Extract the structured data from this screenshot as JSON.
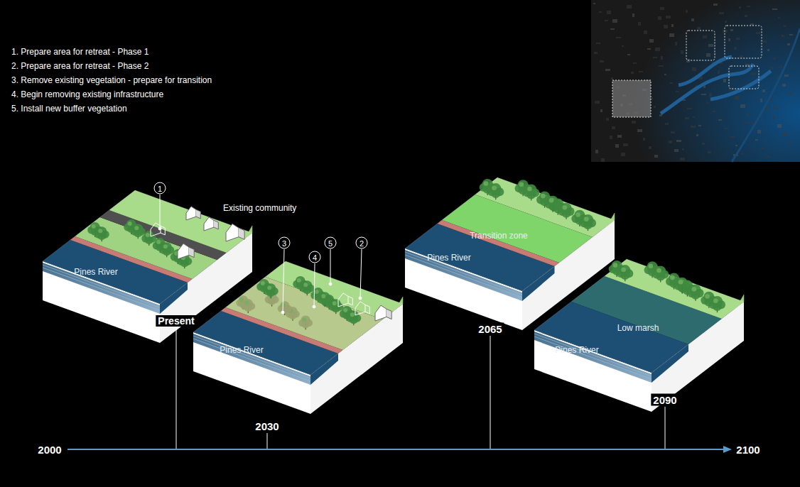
{
  "diagram": {
    "nodes": [
      {
        "text": [
          "1"
        ]
      },
      {
        "text": [
          "Pines River"
        ]
      },
      {
        "text": [
          "3"
        ]
      },
      {
        "text": [
          "4"
        ]
      },
      {
        "text": [
          "5"
        ]
      },
      {
        "text": [
          "2"
        ]
      },
      {
        "text": [
          "Pines River"
        ]
      },
      {
        "text": [
          "Pines River"
        ]
      },
      {
        "text": [
          "Transition zone"
        ]
      },
      {
        "text": [
          "Pines River"
        ]
      },
      {
        "text": [
          "Low marsh"
        ]
      }
    ],
    "labels": [
      "1. Prepare area for retreat - Phase 1",
      "2. Prepare area for retreat - Phase 2",
      "3. Remove existing vegetation - prepare for transition",
      "4. Begin removing existing infrastructure",
      "5. Install new buffer vegetation",
      "Existing community",
      "Present",
      "2030",
      "2065",
      "2090",
      "2000",
      "2100"
    ]
  }
}
